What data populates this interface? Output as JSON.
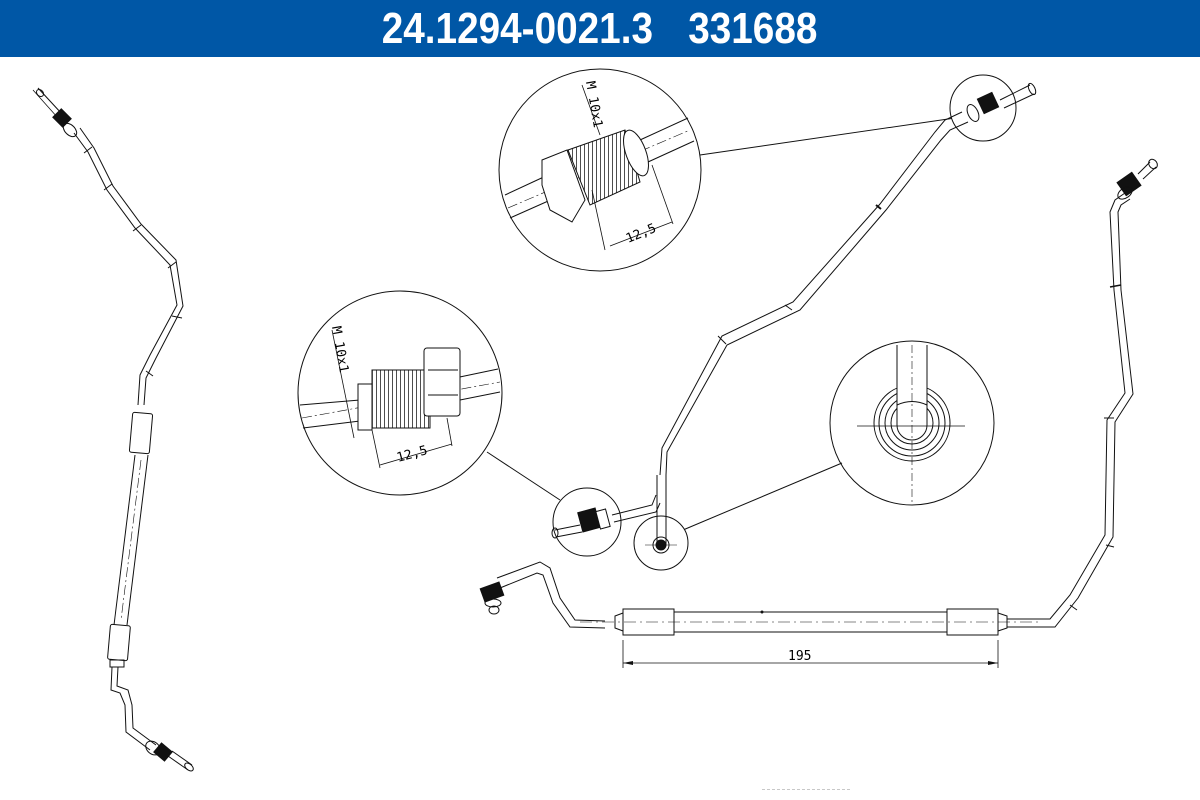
{
  "header": {
    "part_number": "24.1294-0021.3",
    "article_number": "331688",
    "background_color": "#0057a6",
    "text_color": "#ffffff"
  },
  "drawing": {
    "type": "brake line technical drawing",
    "views": [
      {
        "name": "side-view-left",
        "description": "brake pipe, vertical orientation with hose section"
      },
      {
        "name": "isometric-view",
        "description": "brake pipe with two flare nut fittings"
      },
      {
        "name": "front-view-right",
        "description": "brake pipe with hose section and dimension"
      }
    ],
    "detail_callouts": [
      {
        "id": "detail-top",
        "thread_label": "M 10x1",
        "length_label": "12,5"
      },
      {
        "id": "detail-left",
        "thread_label": "M 10x1",
        "length_label": "12,5"
      },
      {
        "id": "detail-end-view",
        "description": "pipe end view with concentric rings"
      }
    ],
    "dimensions": {
      "hose_length": "195"
    }
  }
}
